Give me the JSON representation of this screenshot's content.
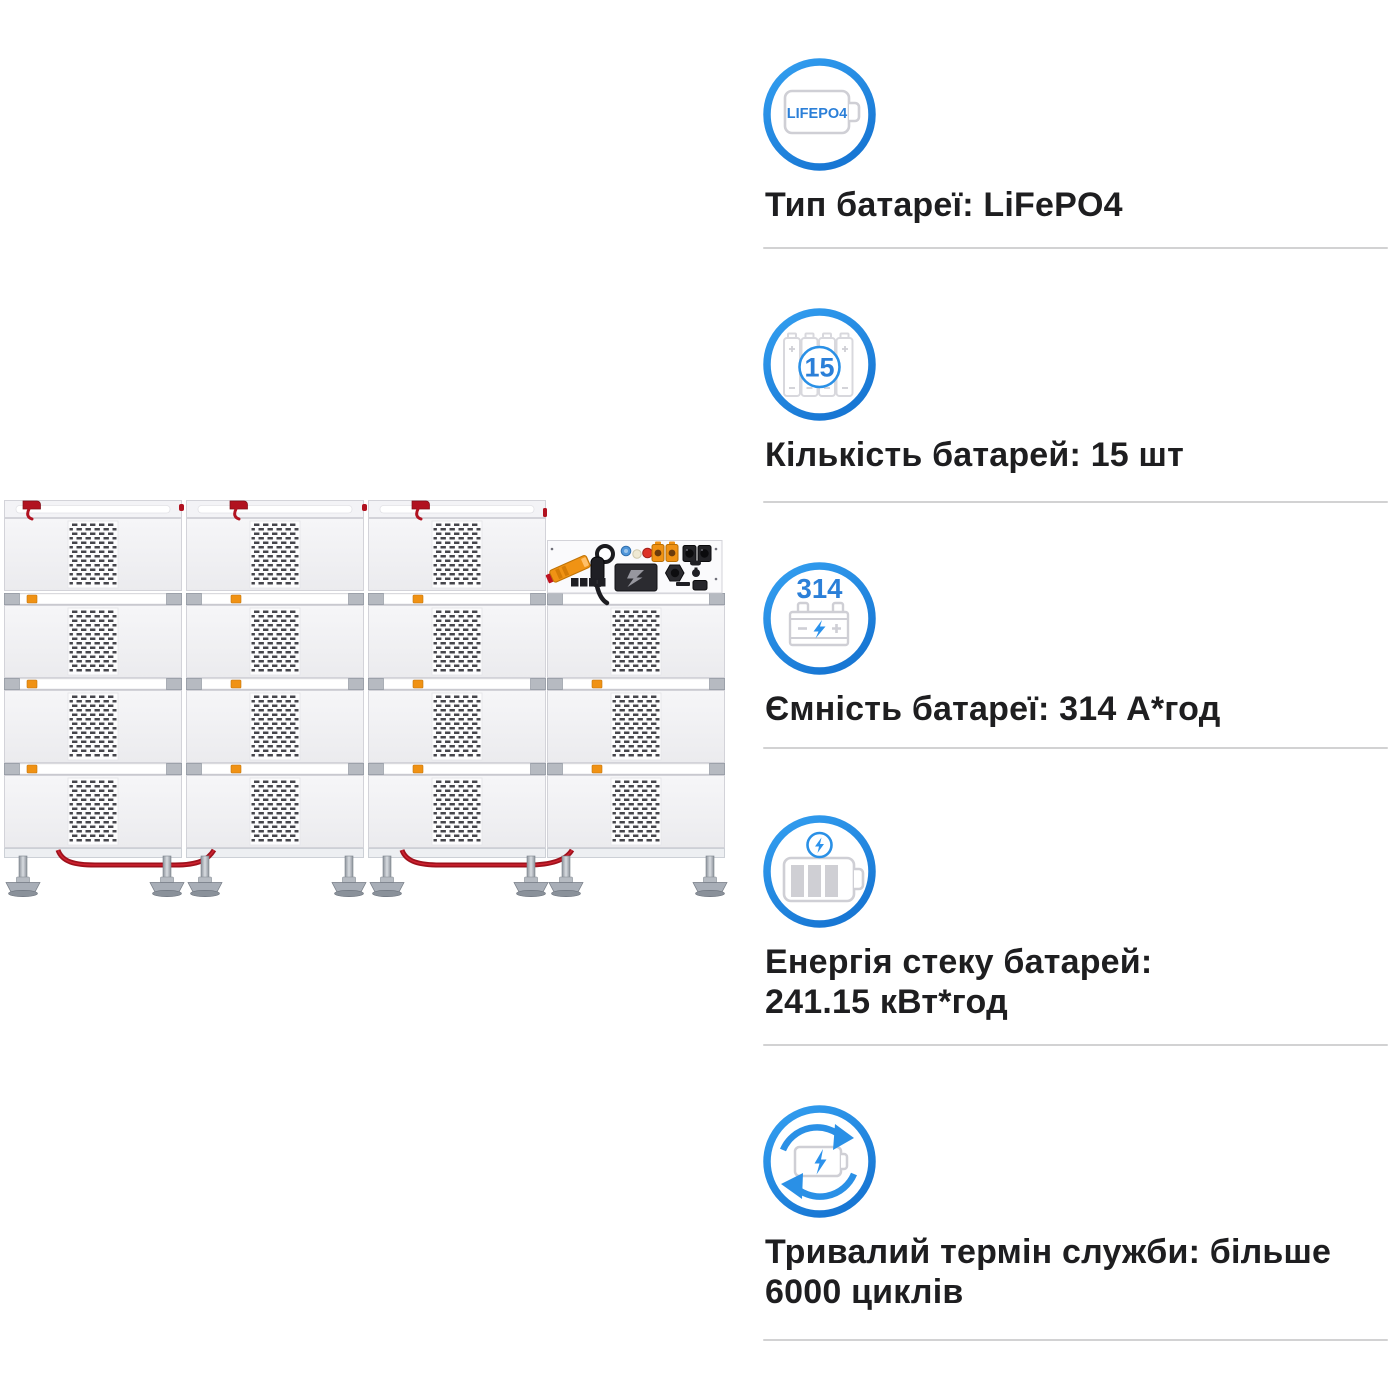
{
  "illustration": {
    "alt": "Stacked LiFePO4 battery energy storage rack with four towers and control module"
  },
  "features": [
    {
      "icon": "lifepo4-battery-icon",
      "icon_text": "LIFEPO4",
      "lines": [
        "Тип батареї: LiFePO4"
      ]
    },
    {
      "icon": "battery-count-icon",
      "icon_text": "15",
      "lines": [
        "Кількість батарей: 15 шт"
      ]
    },
    {
      "icon": "battery-capacity-icon",
      "icon_text": "314",
      "lines": [
        "Ємність батареї: 314 А*год"
      ]
    },
    {
      "icon": "stack-energy-icon",
      "icon_text": "",
      "lines": [
        "Енергія стеку батарей:",
        "241.15 кВт*год"
      ]
    },
    {
      "icon": "cycle-life-icon",
      "icon_text": "",
      "lines": [
        "Тривалий термін служби: більше",
        "6000 циклів"
      ]
    }
  ],
  "colors": {
    "accent_blue": "#2491ea",
    "icon_blue_text": "#2b7fd8",
    "heading_text": "#1e1e20",
    "divider_gray": "#d2d2d3",
    "outline_gray": "#cfcfd5",
    "clip_orange": "#f09214",
    "cable_red": "#a8101c"
  }
}
